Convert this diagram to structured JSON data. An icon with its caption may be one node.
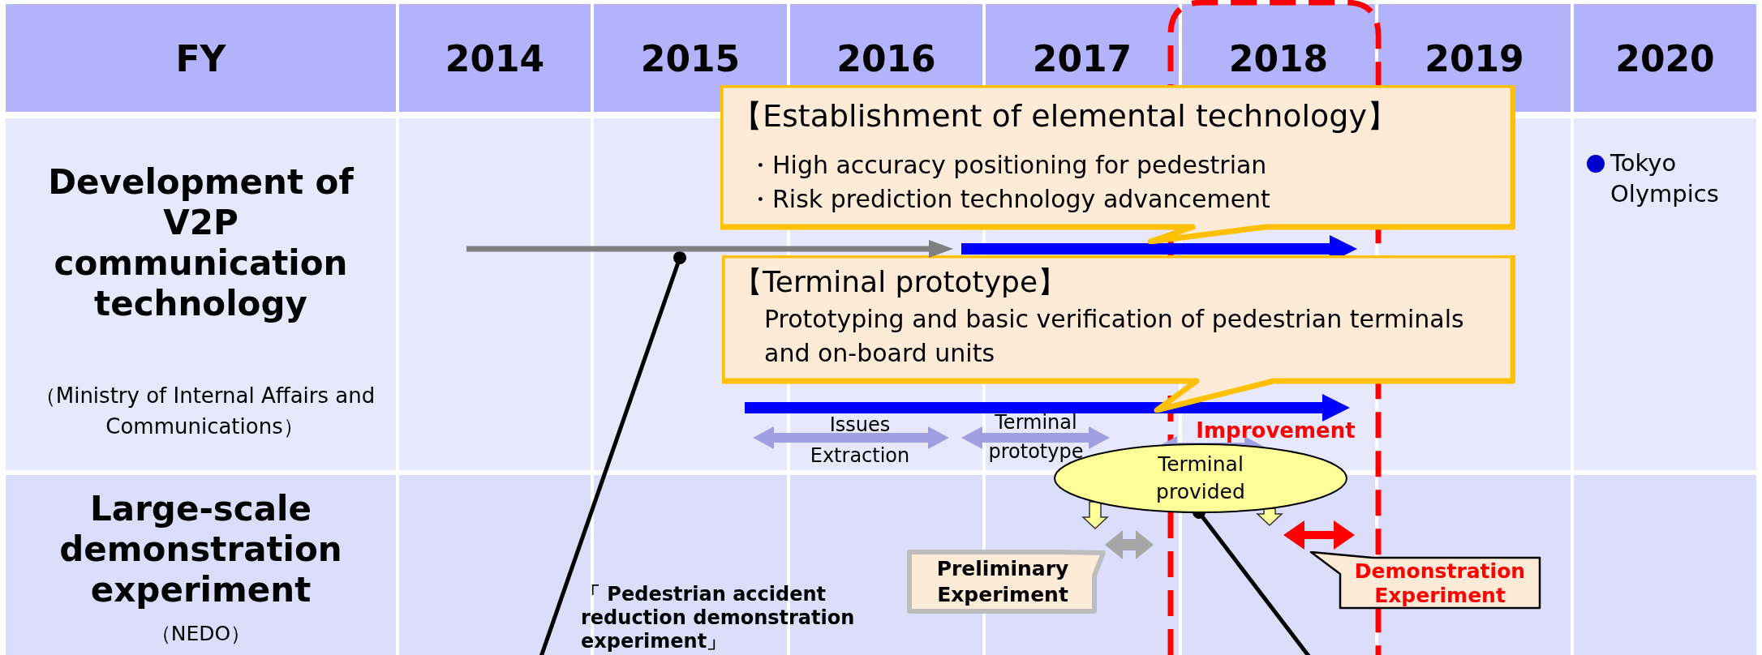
{
  "diagram": {
    "nodes": [
      {
        "text": [
          "【Establishment of elemental technology】",
          "・High accuracy positioning for pedestrian",
          "・Risk prediction technology advancement"
        ]
      },
      {
        "text": [
          "【Terminal prototype】",
          "Prototyping and basic verification of pedestrian terminals and on-board units"
        ]
      },
      {
        "text": [
          "Terminal provided"
        ]
      },
      {
        "text": [
          "Preliminary Experiment"
        ]
      },
      {
        "text": [
          "Demonstration Experiment"
        ]
      },
      {
        "text": [],
        "shape": "arrow"
      }
    ],
    "edges": [
      {
        "from": null,
        "to": 5,
        "arrow": "other"
      },
      {
        "from": null,
        "to": 2,
        "arrow": "other"
      },
      {
        "from": 2,
        "to": null,
        "arrow": "to",
        "style": "thick",
        "color": "#ffff99"
      },
      {
        "from": 2,
        "to": null,
        "arrow": "to",
        "style": "thick",
        "color": "#ffff99"
      }
    ],
    "labels": [
      "FY",
      "2014",
      "2015",
      "2016",
      "2017",
      "2018",
      "2019",
      "2020",
      "Development of V2P communication technology",
      "（Ministry of Internal Affairs and Communications）",
      "Tokyo Olympics",
      "Issues Extraction",
      "Terminal prototype",
      "Improvement",
      "Large-scale demonstration experiment",
      "（NEDO）",
      "「 Pedestrian accident reduction demonstration experiment」"
    ]
  }
}
